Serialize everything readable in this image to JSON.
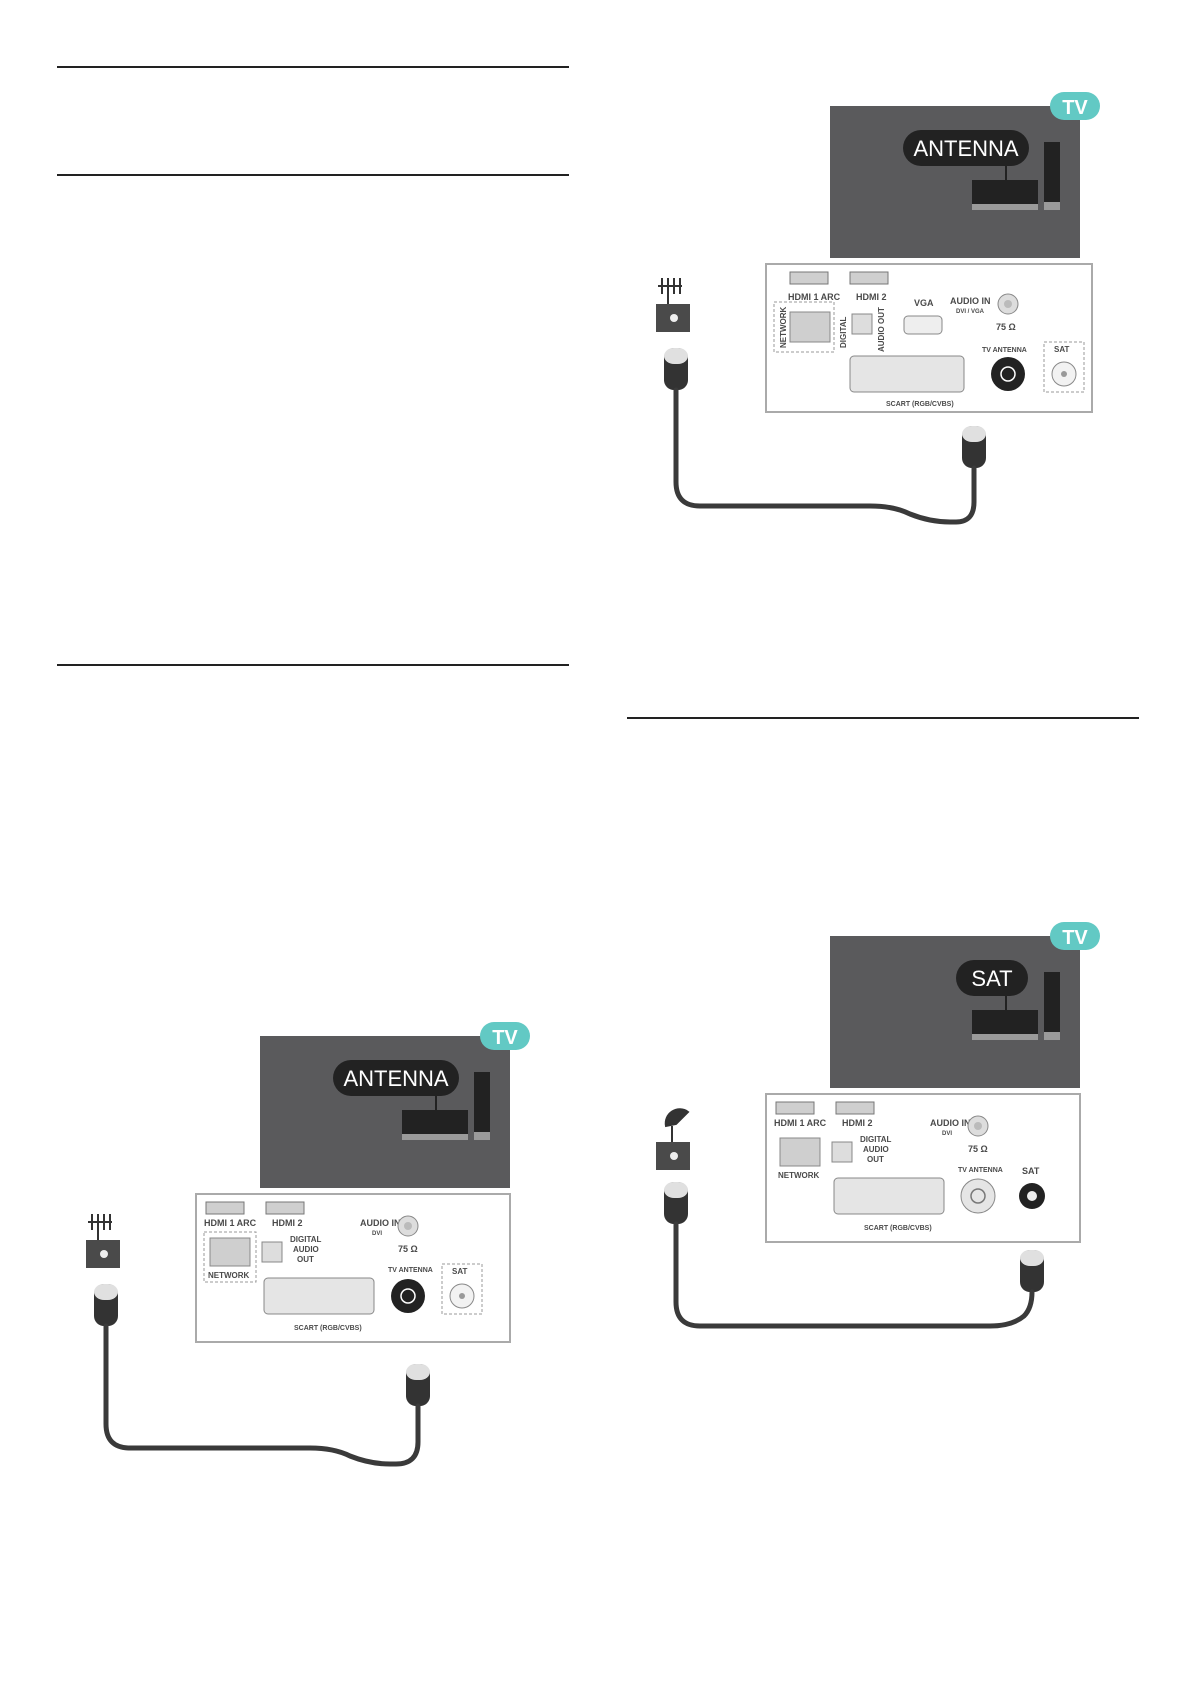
{
  "figures": {
    "antenna_a": {
      "tv_badge": "TV",
      "callout": "ANTENNA",
      "ports": {
        "hdmi1": "HDMI 1 ARC",
        "hdmi2": "HDMI 2",
        "vga": "VGA",
        "audio_in": "AUDIO IN",
        "audio_in_sub": "DVI / VGA",
        "ohm": "75 Ω",
        "tv_antenna": "TV ANTENNA",
        "sat": "SAT",
        "scart": "SCART (RGB/CVBS)",
        "network": "NETWORK",
        "digital": "DIGITAL",
        "audio_out": "AUDIO OUT"
      }
    },
    "antenna_b": {
      "tv_badge": "TV",
      "callout": "ANTENNA",
      "ports": {
        "hdmi1": "HDMI 1 ARC",
        "hdmi2": "HDMI 2",
        "audio_in": "AUDIO IN",
        "audio_in_sub": "DVI",
        "digital": "DIGITAL",
        "audio": "AUDIO",
        "out": "OUT",
        "ohm": "75 Ω",
        "tv_antenna": "TV ANTENNA",
        "sat": "SAT",
        "network": "NETWORK",
        "scart": "SCART (RGB/CVBS)"
      }
    },
    "sat": {
      "tv_badge": "TV",
      "callout": "SAT",
      "ports": {
        "hdmi1": "HDMI 1 ARC",
        "hdmi2": "HDMI 2",
        "audio_in": "AUDIO IN",
        "audio_in_sub": "DVI",
        "digital": "DIGITAL",
        "audio": "AUDIO",
        "out": "OUT",
        "ohm": "75 Ω",
        "tv_antenna": "TV ANTENNA",
        "sat": "SAT",
        "network": "NETWORK",
        "scart": "SCART (RGB/CVBS)"
      }
    }
  },
  "colors": {
    "tv_badge": "#62c9c4",
    "tv_body": "#5a5a5c",
    "callout_bg": "#222222",
    "cable": "#3a3a3a",
    "panel_border": "#aaaaaa",
    "label_gray": "#4a4a4a"
  }
}
